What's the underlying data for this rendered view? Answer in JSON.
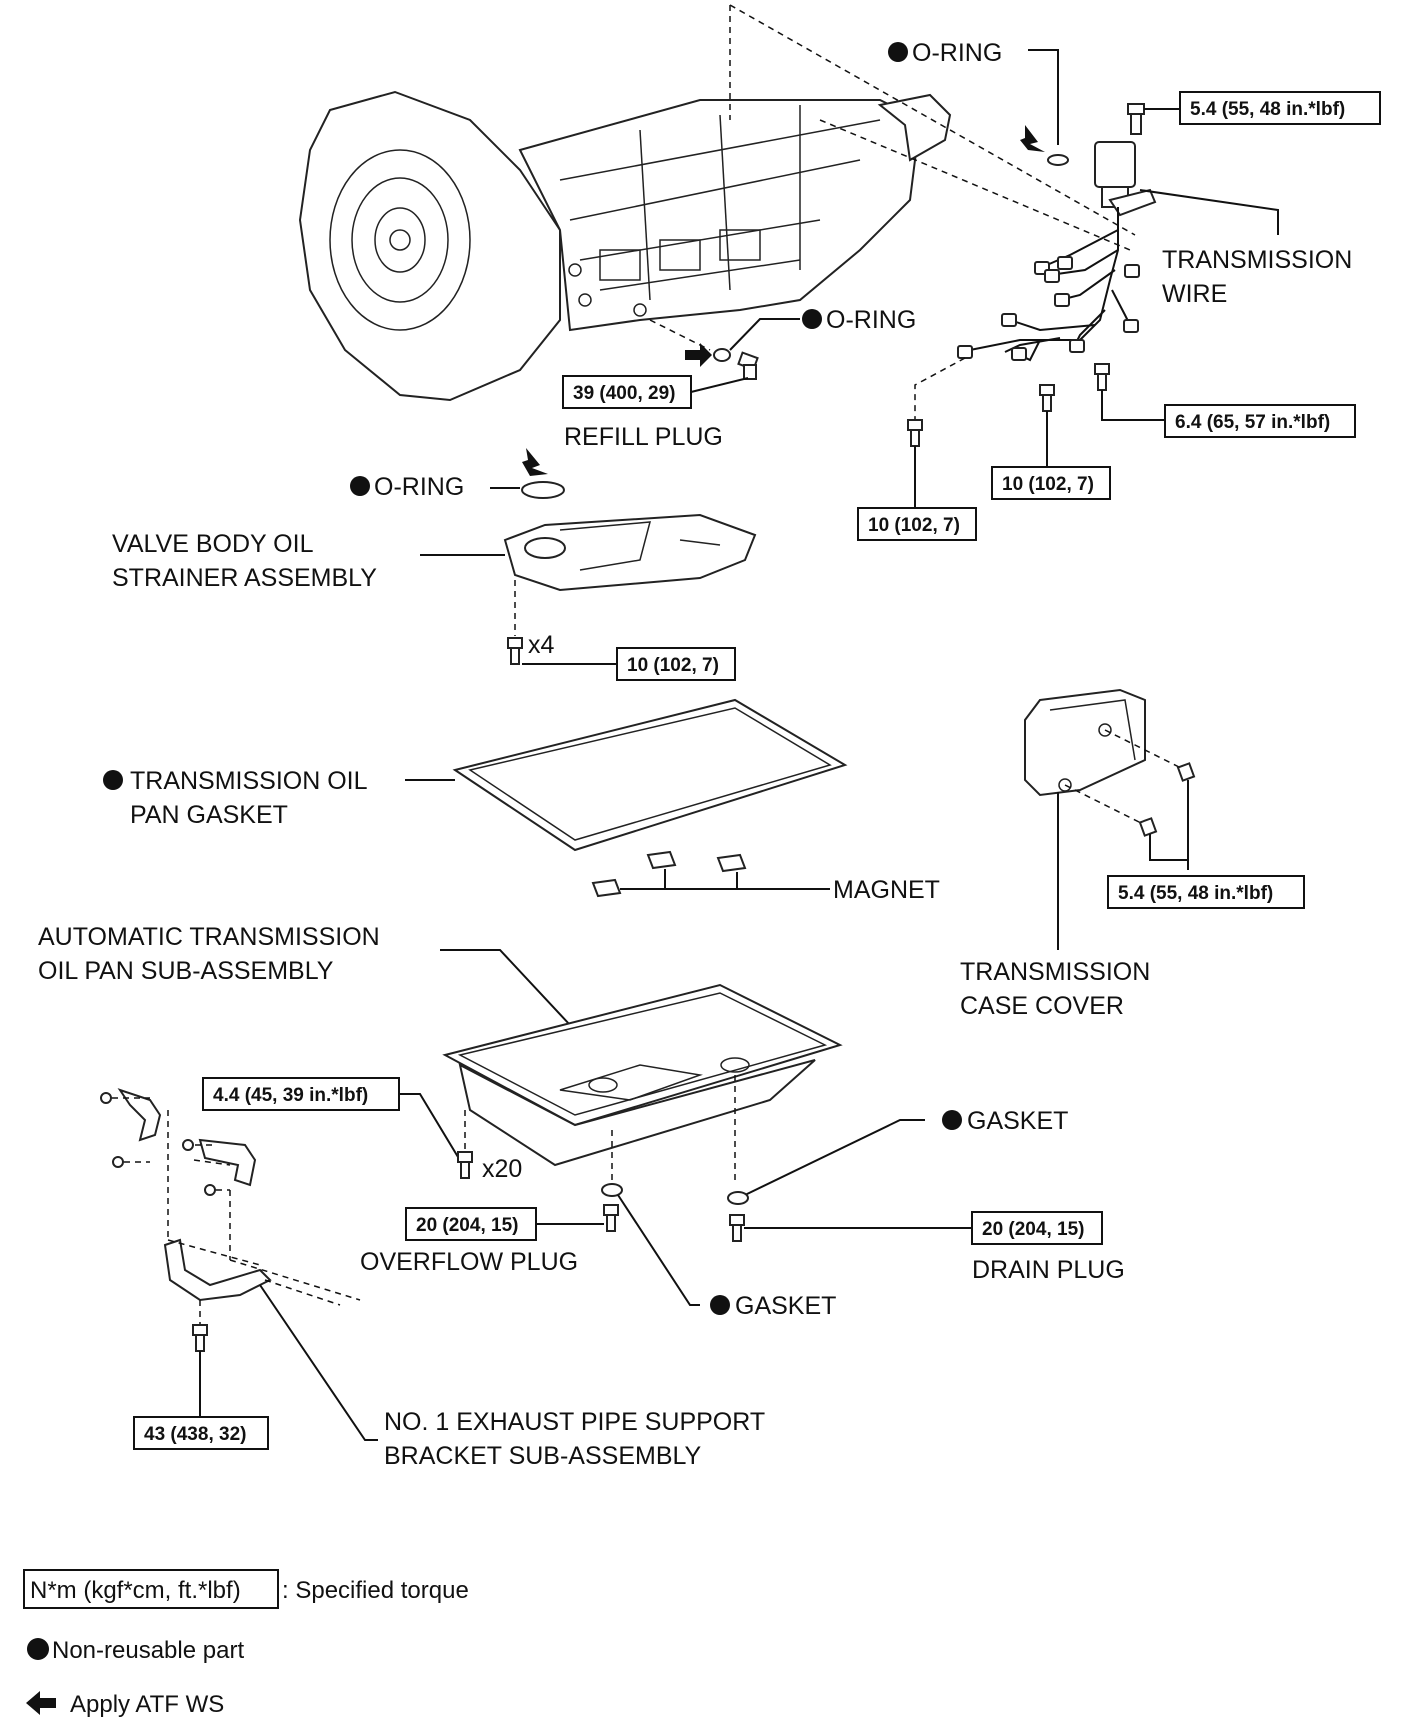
{
  "labels": {
    "o_ring_top": "O-RING",
    "transmission_wire_1": "TRANSMISSION",
    "transmission_wire_2": "WIRE",
    "o_ring_refill": "O-RING",
    "refill_plug": "REFILL PLUG",
    "o_ring_strainer": "O-RING",
    "strainer_1": "VALVE BODY OIL",
    "strainer_2": "STRAINER ASSEMBLY",
    "qty_strainer": "x4",
    "gasket_pan_1": "TRANSMISSION OIL",
    "gasket_pan_2": "PAN GASKET",
    "magnet": "MAGNET",
    "oil_pan_1": "AUTOMATIC TRANSMISSION",
    "oil_pan_2": "OIL PAN SUB-ASSEMBLY",
    "case_cover_1": "TRANSMISSION",
    "case_cover_2": "CASE COVER",
    "gasket_drain": "GASKET",
    "qty_pan": "x20",
    "overflow_plug": "OVERFLOW PLUG",
    "gasket_overflow": "GASKET",
    "drain_plug": "DRAIN PLUG",
    "bracket_1": "NO. 1 EXHAUST PIPE SUPPORT",
    "bracket_2": "BRACKET SUB-ASSEMBLY"
  },
  "torques": {
    "wire_bolt_top": "5.4 (55, 48 in.*lbf)",
    "wire_clamp": "6.4 (65, 57 in.*lbf)",
    "wire_bolt_mid": "10 (102, 7)",
    "wire_bolt_left": "10 (102, 7)",
    "refill_plug": "39 (400, 29)",
    "strainer": "10 (102, 7)",
    "case_cover": "5.4 (55, 48 in.*lbf)",
    "oil_pan": "4.4 (45, 39 in.*lbf)",
    "overflow_plug": "20 (204, 15)",
    "drain_plug": "20 (204, 15)",
    "bracket": "43 (438, 32)"
  },
  "legend": {
    "torque_key": "N*m (kgf*cm, ft.*lbf)",
    "torque_desc": ": Specified torque",
    "non_reusable": "Non-reusable part",
    "apply_atf": "Apply ATF WS"
  }
}
